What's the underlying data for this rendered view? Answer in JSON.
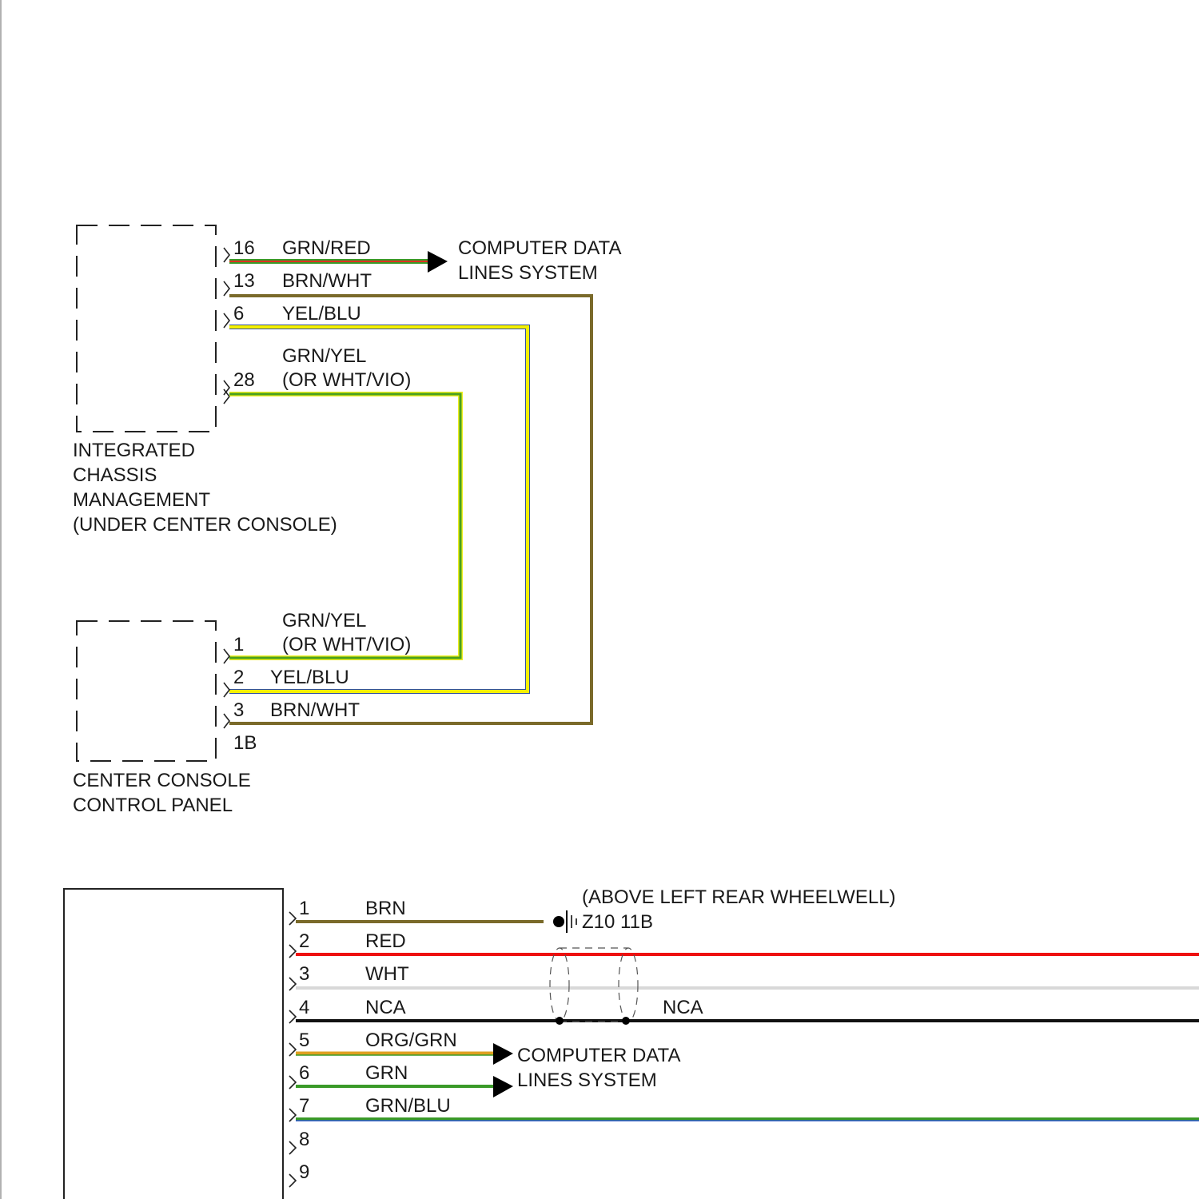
{
  "integrated_chassis": {
    "label_lines": [
      "INTEGRATED",
      "CHASSIS",
      "MANAGEMENT",
      "(UNDER CENTER CONSOLE)"
    ],
    "pins": [
      {
        "num": "16",
        "wire": "GRN/RED"
      },
      {
        "num": "13",
        "wire": "BRN/WHT"
      },
      {
        "num": "6",
        "wire": "YEL/BLU"
      },
      {
        "num": "28",
        "wire_lines": [
          "GRN/YEL",
          "(OR WHT/VIO)"
        ]
      }
    ]
  },
  "computer_data_top": [
    "COMPUTER DATA",
    "LINES SYSTEM"
  ],
  "center_console": {
    "label_lines": [
      "CENTER CONSOLE",
      "CONTROL PANEL"
    ],
    "connector": "1B",
    "pins": [
      {
        "num": "1",
        "wire_lines": [
          "GRN/YEL",
          "(OR WHT/VIO)"
        ]
      },
      {
        "num": "2",
        "wire": "YEL/BLU"
      },
      {
        "num": "3",
        "wire": "BRN/WHT"
      }
    ]
  },
  "bottom_module": {
    "pins": [
      {
        "num": "1",
        "wire": "BRN"
      },
      {
        "num": "2",
        "wire": "RED"
      },
      {
        "num": "3",
        "wire": "WHT"
      },
      {
        "num": "4",
        "wire": "NCA"
      },
      {
        "num": "5",
        "wire": "ORG/GRN"
      },
      {
        "num": "6",
        "wire": "GRN"
      },
      {
        "num": "7",
        "wire": "GRN/BLU"
      },
      {
        "num": "8",
        "wire": ""
      },
      {
        "num": "9",
        "wire": ""
      }
    ]
  },
  "ground": {
    "location": "(ABOVE LEFT REAR WHEELWELL)",
    "id": "Z10 11B"
  },
  "nca_right": "NCA",
  "computer_data_bottom": [
    "COMPUTER DATA",
    "LINES SYSTEM"
  ],
  "colors": {
    "grn_red": "#3a9a28",
    "grn_red_stripe": "#e03020",
    "brn_wht": "#7a6a2a",
    "yel_blu": "#f4f000",
    "yel_blu_stripe": "#3050a0",
    "grn_yel": "#4aa01e",
    "grn_yel_stripe": "#eeee20",
    "brn": "#7a6a2a",
    "red": "#ee1010",
    "wht": "#d8d8d8",
    "nca": "#111111",
    "org_grn": "#e0a020",
    "grn": "#3a9a28",
    "grn_blu": "#3a9a28",
    "grn_blu_stripe": "#2050c0"
  }
}
